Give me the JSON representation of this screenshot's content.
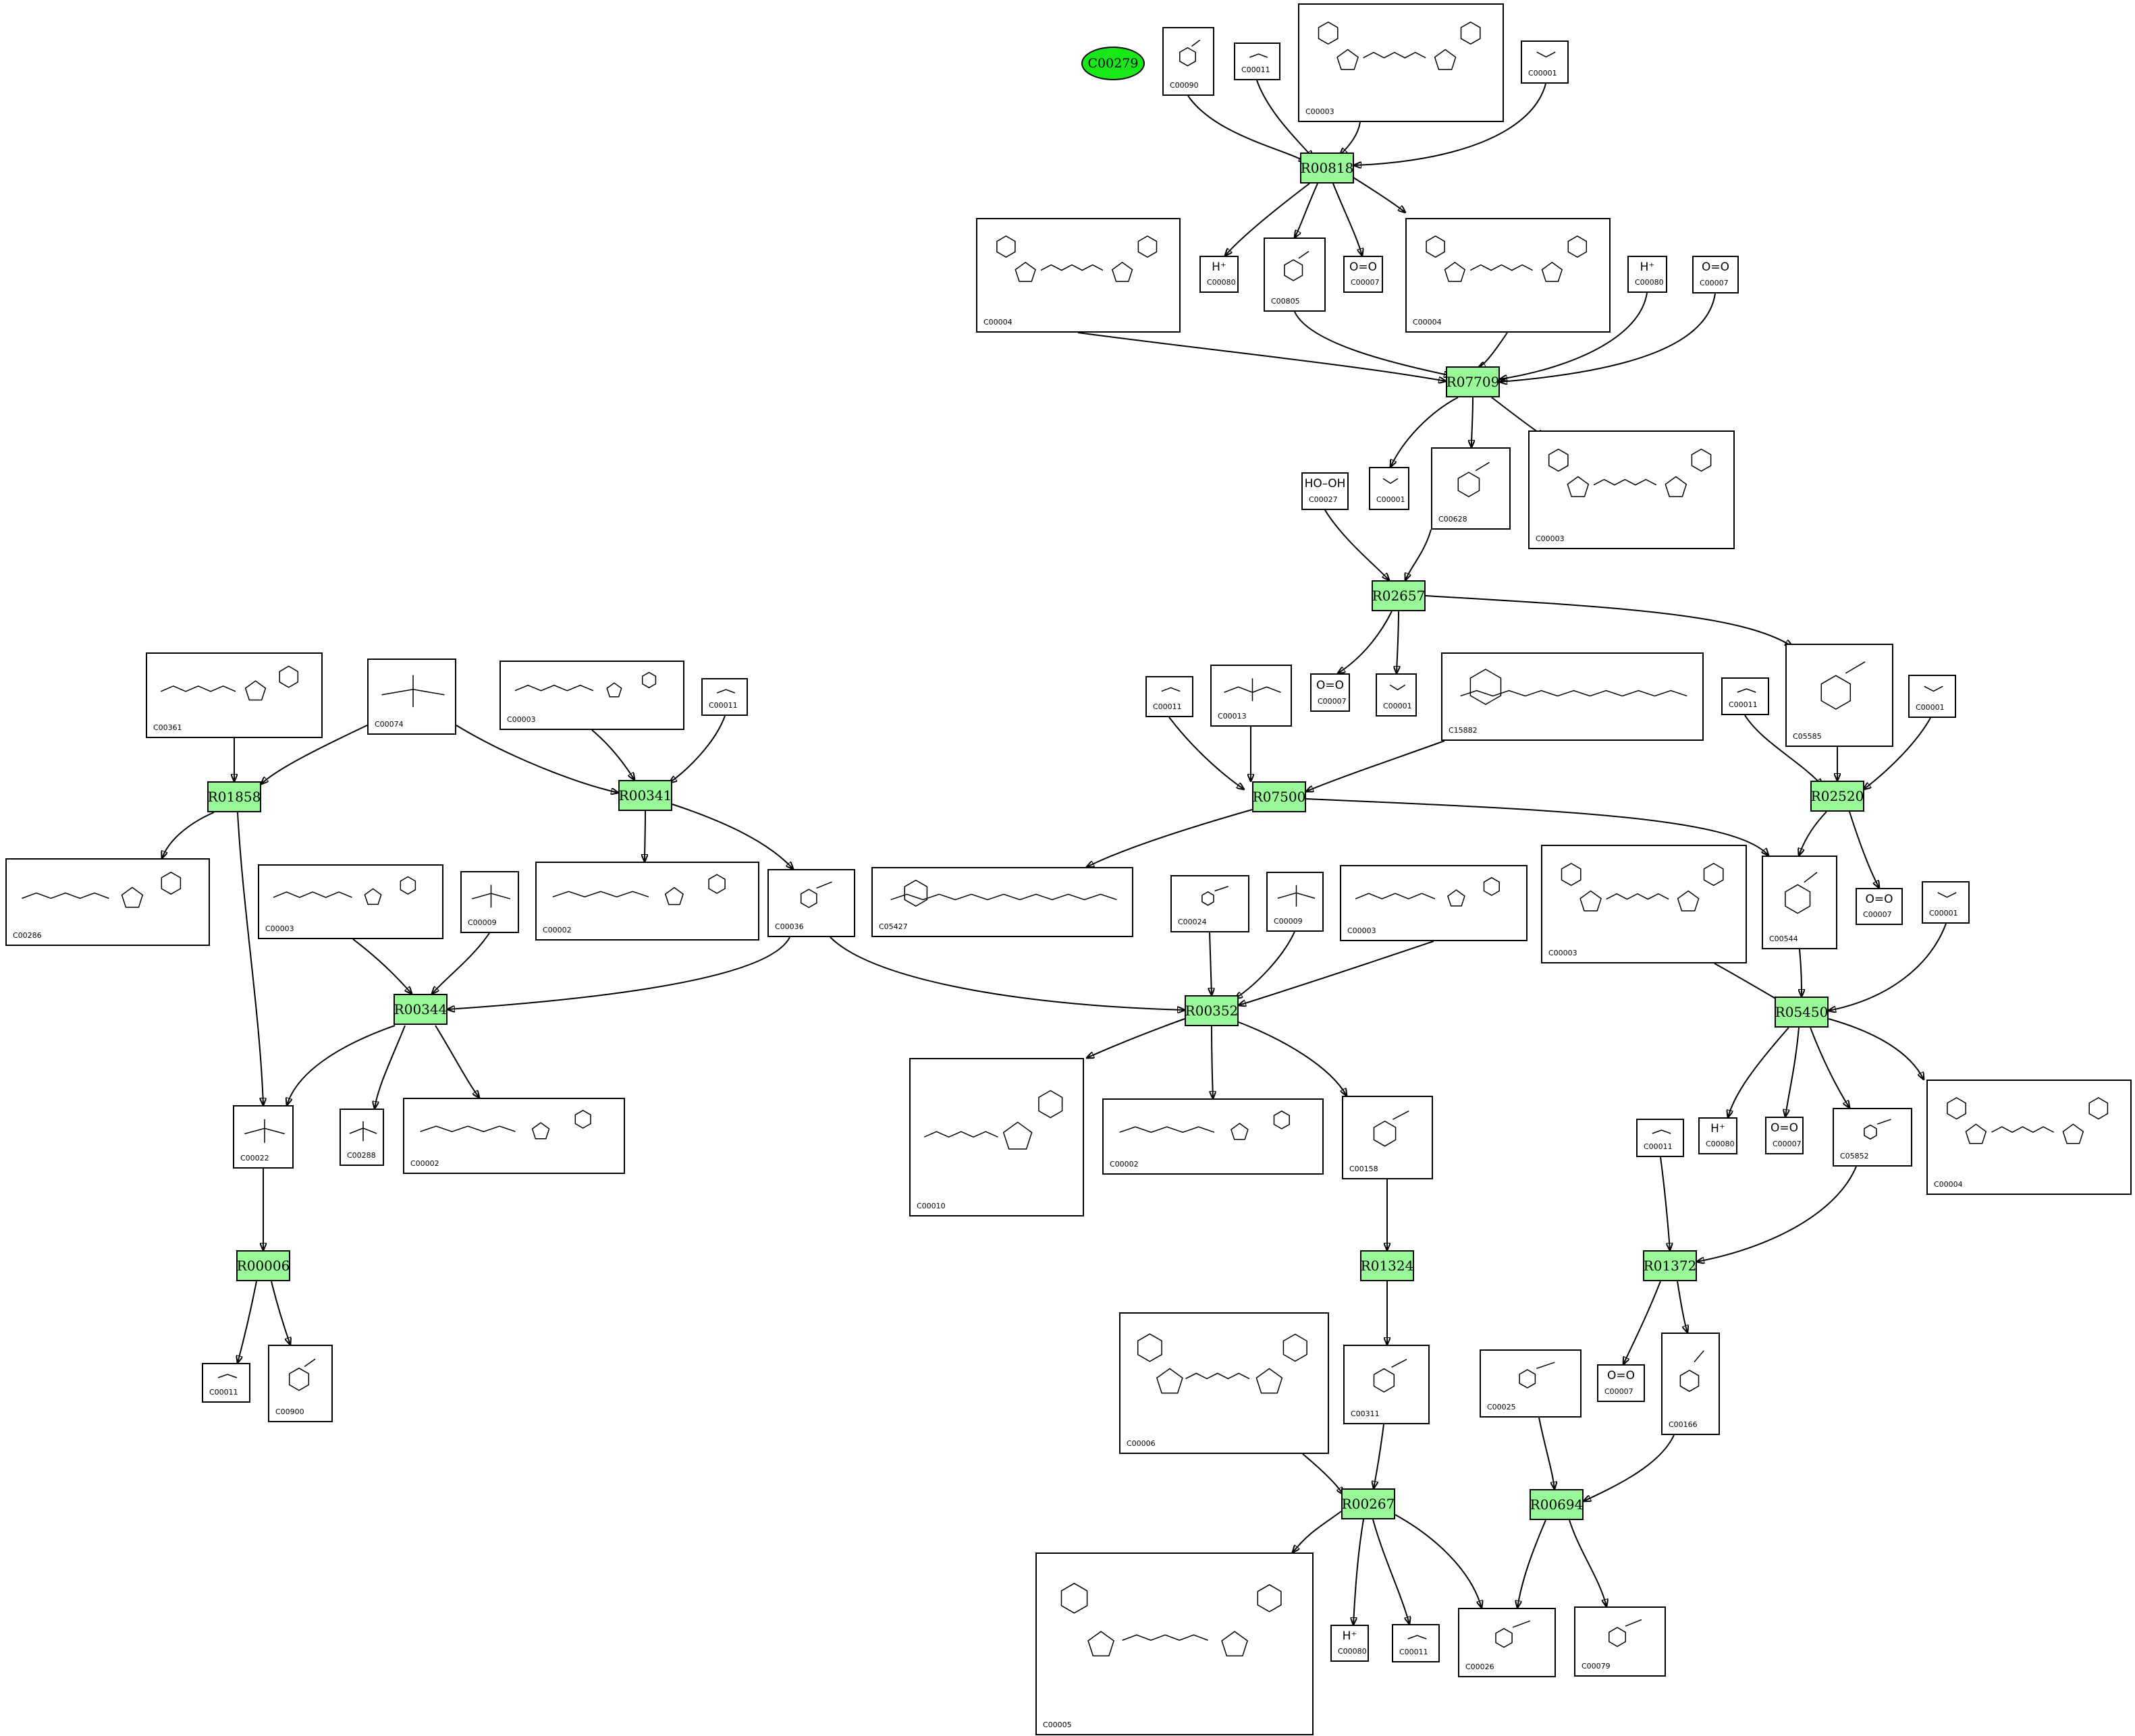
{
  "start_node": "C00279",
  "reactions": [
    "R00818",
    "R07709",
    "R02657",
    "R01858",
    "R00341",
    "R07500",
    "R02520",
    "R00344",
    "R00352",
    "R05450",
    "R00006",
    "R01324",
    "R01372",
    "R00267",
    "R00694"
  ],
  "compounds": {
    "C00090": {
      "id": "C00090",
      "formula": ""
    },
    "C00011": {
      "id": "C00011",
      "formula": ""
    },
    "C00003": {
      "id": "C00003",
      "formula": ""
    },
    "C00001": {
      "id": "C00001",
      "formula": ""
    },
    "C00080": {
      "id": "C00080",
      "formula": "H⁺"
    },
    "C00805": {
      "id": "C00805",
      "formula": ""
    },
    "C00007": {
      "id": "C00007",
      "formula": "O=O"
    },
    "C00004": {
      "id": "C00004",
      "formula": ""
    },
    "C00027": {
      "id": "C00027",
      "formula": "HO–OH"
    },
    "C00628": {
      "id": "C00628",
      "formula": ""
    },
    "C00361": {
      "id": "C00361",
      "formula": ""
    },
    "C00074": {
      "id": "C00074",
      "formula": ""
    },
    "C00286": {
      "id": "C00286",
      "formula": ""
    },
    "C00013": {
      "id": "C00013",
      "formula": ""
    },
    "C15882": {
      "id": "C15882",
      "formula": ""
    },
    "C05585": {
      "id": "C05585",
      "formula": ""
    },
    "C00009": {
      "id": "C00009",
      "formula": ""
    },
    "C00002": {
      "id": "C00002",
      "formula": ""
    },
    "C00036": {
      "id": "C00036",
      "formula": ""
    },
    "C05427": {
      "id": "C05427",
      "formula": ""
    },
    "C00024": {
      "id": "C00024",
      "formula": ""
    },
    "C00544": {
      "id": "C00544",
      "formula": ""
    },
    "C00022": {
      "id": "C00022",
      "formula": ""
    },
    "C00288": {
      "id": "C00288",
      "formula": ""
    },
    "C00010": {
      "id": "C00010",
      "formula": ""
    },
    "C00158": {
      "id": "C00158",
      "formula": ""
    },
    "C05852": {
      "id": "C05852",
      "formula": ""
    },
    "C00900": {
      "id": "C00900",
      "formula": ""
    },
    "C00006": {
      "id": "C00006",
      "formula": ""
    },
    "C00311": {
      "id": "C00311",
      "formula": ""
    },
    "C00025": {
      "id": "C00025",
      "formula": ""
    },
    "C00166": {
      "id": "C00166",
      "formula": ""
    },
    "C00005": {
      "id": "C00005",
      "formula": ""
    },
    "C00026": {
      "id": "C00026",
      "formula": ""
    },
    "C00079": {
      "id": "C00079",
      "formula": ""
    }
  },
  "colors": {
    "reaction_fill": "#98f898",
    "start_fill": "#18e818",
    "stroke": "#000000"
  }
}
